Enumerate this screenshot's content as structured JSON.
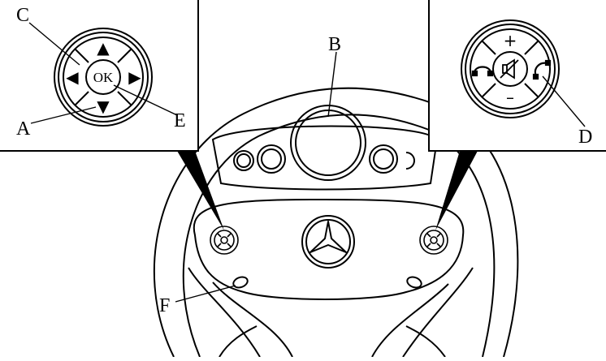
{
  "labels": {
    "a": "A",
    "b": "B",
    "c": "C",
    "d": "D",
    "e": "E",
    "f": "F"
  },
  "left_pad": {
    "center_label": "OK",
    "arrow_up": "▲",
    "arrow_down": "▼",
    "arrow_left": "◀",
    "arrow_right": "▶"
  },
  "right_pad": {
    "plus": "+",
    "minus": "–"
  },
  "colors": {
    "line": "#000000",
    "background": "#ffffff"
  }
}
